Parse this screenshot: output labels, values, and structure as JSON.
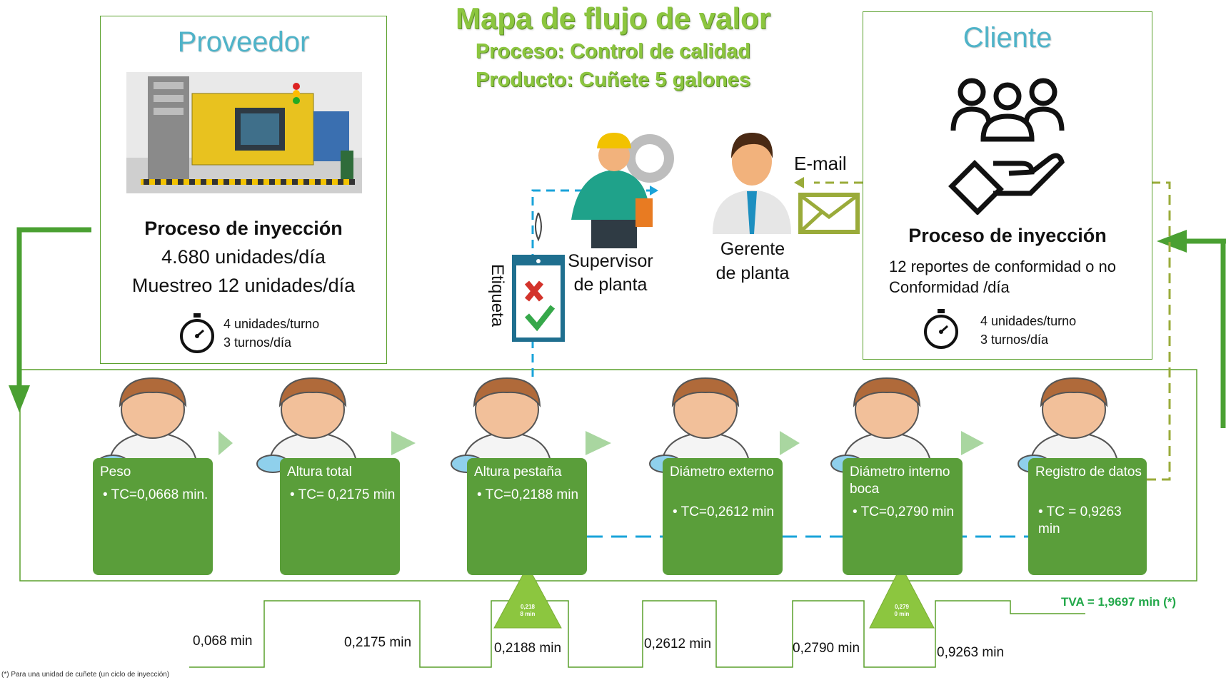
{
  "title": {
    "main": "Mapa de flujo de valor",
    "process": "Proceso: Control de calidad",
    "product": "Producto: Cuñete 5 galones"
  },
  "supplier": {
    "header": "Proveedor",
    "process": "Proceso de inyección",
    "line1": "4.680 unidades/día",
    "line2": "Muestreo 12 unidades/día",
    "rate1": "4 unidades/turno",
    "rate2": "3 turnos/día"
  },
  "customer": {
    "header": "Cliente",
    "process": "Proceso de inyección",
    "line1": "12 reportes de conformidad o no",
    "line2": "Conformidad  /día",
    "rate1": "4 unidades/turno",
    "rate2": "3 turnos/día"
  },
  "info": {
    "supervisor_l1": "Supervisor",
    "supervisor_l2": "de planta",
    "manager_l1": "Gerente",
    "manager_l2": "de planta",
    "email": "E-mail",
    "tag": "Etiqueta"
  },
  "steps": [
    {
      "name": "Peso",
      "tc": "TC=0,0668 min."
    },
    {
      "name": "Altura total",
      "tc": "TC= 0,2175 min"
    },
    {
      "name": "Altura pestaña",
      "tc": "TC=0,2188 min"
    },
    {
      "name": "Diámetro externo",
      "tc": "TC=0,2612 min"
    },
    {
      "name": "Diámetro interno boca",
      "tc": "TC=0,2790 min"
    },
    {
      "name": "Registro de datos",
      "tc": "TC = 0,9263 min"
    }
  ],
  "inventory": [
    {
      "l1": "0,218",
      "l2": "8 min"
    },
    {
      "l1": "0,279",
      "l2": "0 min"
    }
  ],
  "timeline": [
    "0,068 min",
    "0,2175 min",
    "0,2188 min",
    "0,2612 min",
    "0,2790 min",
    "0,9263 min"
  ],
  "tva": "TVA = 1,9697 min (*)",
  "footnote": "(*)  Para una unidad de cuñete (un ciclo de inyección)",
  "colors": {
    "green": "#5a9e3a",
    "title_green": "#8cc63f",
    "cyan": "#4fb3c8",
    "dash_blue": "#1aa3d9",
    "olive": "#9aab3a"
  }
}
